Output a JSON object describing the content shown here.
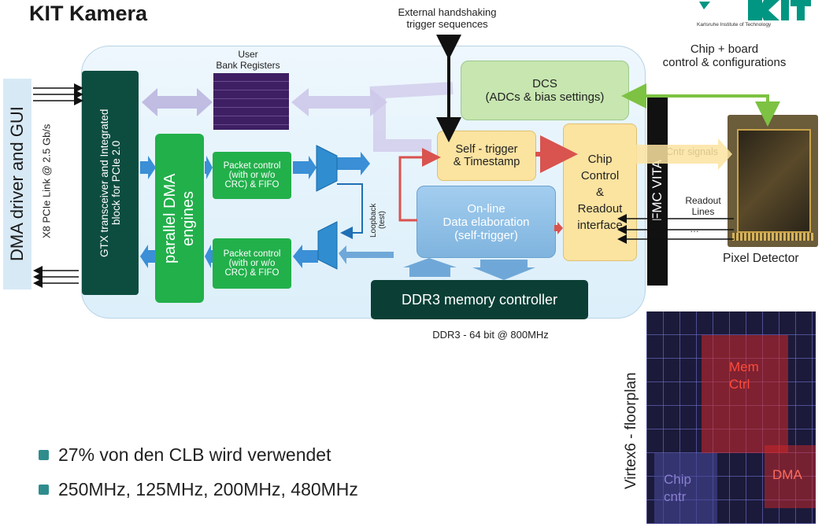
{
  "title": "KIT Kamera",
  "logo": {
    "text": "Karlsruhe Institute of Technology",
    "brand_color": "#009682"
  },
  "labels": {
    "external": "External handshaking\ntrigger sequences",
    "user_bank": "User\nBank Registers",
    "chip_board": "Chip + board\ncontrol & configurations",
    "dma_gui": "DMA driver and GUI",
    "pcie_link": "X8 PCIe Link @ 2.5 Gb/s",
    "gtx": "GTX transceiver and Integrated\nblock for PCIe 2.0",
    "parallel_dma": "parallel DMA\nengines",
    "packet1": "Packet control\n(with or w/o\nCRC) & FIFO",
    "packet2": "Packet control\n(with or w/o\nCRC) & FIFO",
    "dcs": "DCS\n(ADCs & bias settings)",
    "self_trigger": "Self - trigger\n& Timestamp",
    "chip_control": "Chip\nControl\n&\nReadout\ninterface",
    "online": "On-line\nData elaboration\n(self-trigger)",
    "loopback": "Loopback\n(test)",
    "fmc": "FMC VITA",
    "cntr_signals": "Cntr signals",
    "readout_lines": "Readout\nLines",
    "dots": "…",
    "pixel_detector": "Pixel Detector",
    "ddr3_ctrl": "DDR3 memory controller",
    "ddr3_spec": "DDR3 - 64 bit @ 800MHz",
    "floorplan": "Virtex6 - floorplan",
    "mem_ctrl": "Mem\nCtrl",
    "dma": "DMA",
    "chip_cntr": "Chip\ncntr"
  },
  "bullets": [
    "27% von den CLB wird verwendet",
    "250MHz, 125MHz, 200MHz, 480MHz"
  ],
  "colors": {
    "dark_green": "#0d4d40",
    "mid_green": "#22b04b",
    "dcs_green": "#c7e6b0",
    "yellow": "#fbe3a0",
    "online_blue": "#8fc1e6",
    "ddr_green": "#0b3f35",
    "arrow_blue": "#3a8fd6",
    "arrow_purple": "#b9b1dd",
    "arrow_red": "#d9534f",
    "arrow_green": "#7dc242",
    "bullet": "#2f8c8c"
  }
}
